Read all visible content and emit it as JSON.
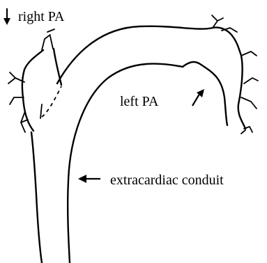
{
  "labels": {
    "right_pa": "right PA",
    "left_pa": "left PA",
    "conduit": "extracardiac conduit"
  }
}
